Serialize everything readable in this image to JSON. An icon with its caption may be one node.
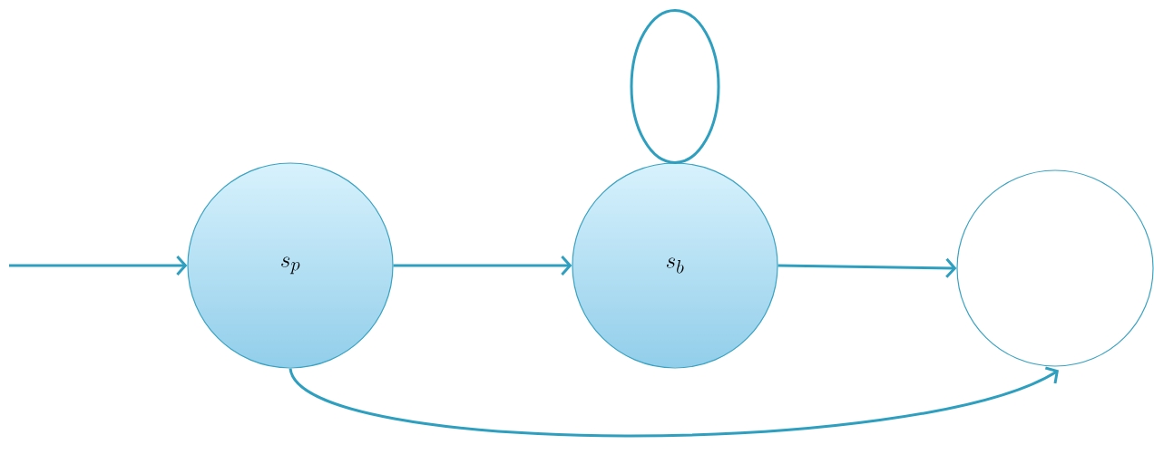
{
  "diagram": {
    "nodes": [
      {
        "text": [
          "s_p"
        ]
      },
      {
        "text": [
          "s_b"
        ]
      },
      {
        "text": [],
        "shape": "circle"
      }
    ],
    "edges": [
      {
        "from": null,
        "to": 0,
        "arrow": "to"
      },
      {
        "from": 0,
        "to": 1,
        "arrow": "to"
      },
      {
        "from": 1,
        "to": 1,
        "arrow": "none"
      },
      {
        "from": 1,
        "to": 2,
        "arrow": "to"
      },
      {
        "from": 0,
        "to": 2,
        "arrow": "to"
      }
    ]
  }
}
